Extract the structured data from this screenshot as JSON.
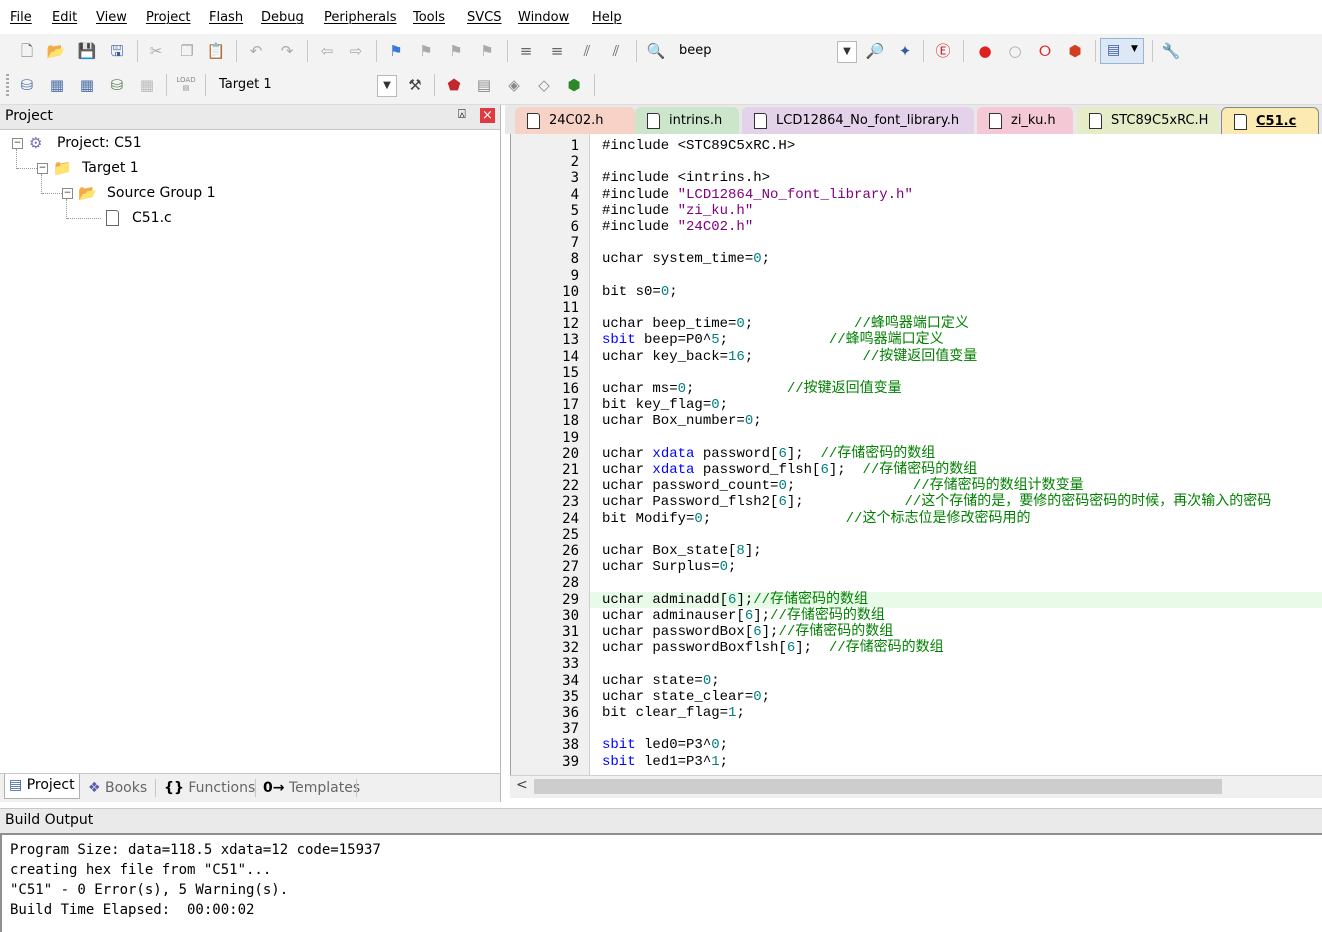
{
  "menu": [
    "File",
    "Edit",
    "View",
    "Project",
    "Flash",
    "Debug",
    "Peripherals",
    "Tools",
    "SVCS",
    "Window",
    "Help"
  ],
  "toolbar1": {
    "find_combo": "beep"
  },
  "toolbar2": {
    "target_combo": "Target 1",
    "load_label": "LOAD"
  },
  "project_pane": {
    "title": "Project",
    "pin": "⍓",
    "close": "×",
    "tree": {
      "project": "Project: C51",
      "target": "Target 1",
      "group": "Source Group 1",
      "file": "C51.c"
    },
    "tabs": [
      "Project",
      "Books",
      "Functions",
      "Templates"
    ]
  },
  "editor": {
    "tabs": [
      {
        "label": "24C02.h",
        "color": "#f7d3c7"
      },
      {
        "label": "intrins.h",
        "color": "#cce6cc"
      },
      {
        "label": "LCD12864_No_font_library.h",
        "color": "#e3d2ea"
      },
      {
        "label": "zi_ku.h",
        "color": "#f4c8d4"
      },
      {
        "label": "STC89C5xRC.H",
        "color": "#e4ecc8"
      },
      {
        "label": "C51.c",
        "color": "#fbeab2"
      }
    ],
    "active_tab": "C51.c",
    "scroll_left": "<",
    "lines": [
      {
        "n": "1",
        "parts": [
          [
            "#include <STC89C5xRC.H>",
            ""
          ]
        ]
      },
      {
        "n": "2",
        "parts": []
      },
      {
        "n": "3",
        "parts": [
          [
            "#include <intrins.h>",
            ""
          ]
        ]
      },
      {
        "n": "4",
        "parts": [
          [
            "#include ",
            ""
          ],
          [
            "\"LCD12864_No_font_library.h\"",
            "str"
          ]
        ]
      },
      {
        "n": "5",
        "parts": [
          [
            "#include ",
            ""
          ],
          [
            "\"zi_ku.h\"",
            "str"
          ]
        ]
      },
      {
        "n": "6",
        "parts": [
          [
            "#include ",
            ""
          ],
          [
            "\"24C02.h\"",
            "str"
          ]
        ]
      },
      {
        "n": "7",
        "parts": []
      },
      {
        "n": "8",
        "parts": [
          [
            "uchar system_time=",
            ""
          ],
          [
            "0",
            "num"
          ],
          [
            ";",
            ""
          ]
        ]
      },
      {
        "n": "9",
        "parts": []
      },
      {
        "n": "10",
        "parts": [
          [
            "bit s0=",
            ""
          ],
          [
            "0",
            "num"
          ],
          [
            ";",
            ""
          ]
        ]
      },
      {
        "n": "11",
        "parts": []
      },
      {
        "n": "12",
        "parts": [
          [
            "uchar beep_time=",
            ""
          ],
          [
            "0",
            "num"
          ],
          [
            ";            ",
            ""
          ],
          [
            "//蜂鸣器端口定义",
            "cm"
          ]
        ]
      },
      {
        "n": "13",
        "parts": [
          [
            "sbit",
            "kw"
          ],
          [
            " beep=P0^",
            ""
          ],
          [
            "5",
            "num"
          ],
          [
            ";            ",
            ""
          ],
          [
            "//蜂鸣器端口定义",
            "cm"
          ]
        ]
      },
      {
        "n": "14",
        "parts": [
          [
            "uchar key_back=",
            ""
          ],
          [
            "16",
            "num"
          ],
          [
            ";             ",
            ""
          ],
          [
            "//按键返回值变量",
            "cm"
          ]
        ]
      },
      {
        "n": "15",
        "parts": []
      },
      {
        "n": "16",
        "parts": [
          [
            "uchar ms=",
            ""
          ],
          [
            "0",
            "num"
          ],
          [
            ";           ",
            ""
          ],
          [
            "//按键返回值变量",
            "cm"
          ]
        ]
      },
      {
        "n": "17",
        "parts": [
          [
            "bit key_flag=",
            ""
          ],
          [
            "0",
            "num"
          ],
          [
            ";",
            ""
          ]
        ]
      },
      {
        "n": "18",
        "parts": [
          [
            "uchar Box_number=",
            ""
          ],
          [
            "0",
            "num"
          ],
          [
            ";",
            ""
          ]
        ]
      },
      {
        "n": "19",
        "parts": []
      },
      {
        "n": "20",
        "parts": [
          [
            "uchar ",
            ""
          ],
          [
            "xdata",
            "kw"
          ],
          [
            " password[",
            ""
          ],
          [
            "6",
            "num"
          ],
          [
            "];  ",
            ""
          ],
          [
            "//存储密码的数组",
            "cm"
          ]
        ]
      },
      {
        "n": "21",
        "parts": [
          [
            "uchar ",
            ""
          ],
          [
            "xdata",
            "kw"
          ],
          [
            " password_flsh[",
            ""
          ],
          [
            "6",
            "num"
          ],
          [
            "];  ",
            ""
          ],
          [
            "//存储密码的数组",
            "cm"
          ]
        ]
      },
      {
        "n": "22",
        "parts": [
          [
            "uchar password_count=",
            ""
          ],
          [
            "0",
            "num"
          ],
          [
            ";              ",
            ""
          ],
          [
            "//存储密码的数组计数变量",
            "cm"
          ]
        ]
      },
      {
        "n": "23",
        "parts": [
          [
            "uchar Password_flsh2[",
            ""
          ],
          [
            "6",
            "num"
          ],
          [
            "];            ",
            ""
          ],
          [
            "//这个存储的是，要修的密码密码的时候，再次输入的密码",
            "cm"
          ]
        ]
      },
      {
        "n": "24",
        "parts": [
          [
            "bit Modify=",
            ""
          ],
          [
            "0",
            "num"
          ],
          [
            ";                ",
            ""
          ],
          [
            "//这个标志位是修改密码用的",
            "cm"
          ]
        ]
      },
      {
        "n": "25",
        "parts": []
      },
      {
        "n": "26",
        "parts": [
          [
            "uchar Box_state[",
            ""
          ],
          [
            "8",
            "num"
          ],
          [
            "];",
            ""
          ]
        ]
      },
      {
        "n": "27",
        "parts": [
          [
            "uchar Surplus=",
            ""
          ],
          [
            "0",
            "num"
          ],
          [
            ";",
            ""
          ]
        ]
      },
      {
        "n": "28",
        "parts": []
      },
      {
        "n": "29",
        "parts": [
          [
            "uchar adminadd[",
            ""
          ],
          [
            "6",
            "num"
          ],
          [
            "];",
            ""
          ],
          [
            "//存储密码的数组",
            "cm"
          ]
        ]
      },
      {
        "n": "30",
        "parts": [
          [
            "uchar adminauser[",
            ""
          ],
          [
            "6",
            "num"
          ],
          [
            "];",
            ""
          ],
          [
            "//存储密码的数组",
            "cm"
          ]
        ]
      },
      {
        "n": "31",
        "parts": [
          [
            "uchar passwordBox[",
            ""
          ],
          [
            "6",
            "num"
          ],
          [
            "];",
            ""
          ],
          [
            "//存储密码的数组",
            "cm"
          ]
        ]
      },
      {
        "n": "32",
        "parts": [
          [
            "uchar passwordBoxflsh[",
            ""
          ],
          [
            "6",
            "num"
          ],
          [
            "];  ",
            ""
          ],
          [
            "//存储密码的数组",
            "cm"
          ]
        ]
      },
      {
        "n": "33",
        "parts": []
      },
      {
        "n": "34",
        "parts": [
          [
            "uchar state=",
            ""
          ],
          [
            "0",
            "num"
          ],
          [
            ";",
            ""
          ]
        ]
      },
      {
        "n": "35",
        "parts": [
          [
            "uchar state_clear=",
            ""
          ],
          [
            "0",
            "num"
          ],
          [
            ";",
            ""
          ]
        ]
      },
      {
        "n": "36",
        "parts": [
          [
            "bit clear_flag=",
            ""
          ],
          [
            "1",
            "num"
          ],
          [
            ";",
            ""
          ]
        ]
      },
      {
        "n": "37",
        "parts": []
      },
      {
        "n": "38",
        "parts": [
          [
            "sbit",
            "kw"
          ],
          [
            " led0=P3^",
            ""
          ],
          [
            "0",
            "num"
          ],
          [
            ";",
            ""
          ]
        ]
      },
      {
        "n": "39",
        "parts": [
          [
            "sbit",
            "kw"
          ],
          [
            " led1=P3^",
            ""
          ],
          [
            "1",
            "num"
          ],
          [
            ";",
            ""
          ]
        ]
      }
    ]
  },
  "build_output": {
    "title": "Build Output",
    "lines": [
      "Program Size: data=118.5 xdata=12 code=15937",
      "creating hex file from \"C51\"...",
      "\"C51\" - 0 Error(s), 5 Warning(s).",
      "Build Time Elapsed:  00:00:02"
    ]
  }
}
